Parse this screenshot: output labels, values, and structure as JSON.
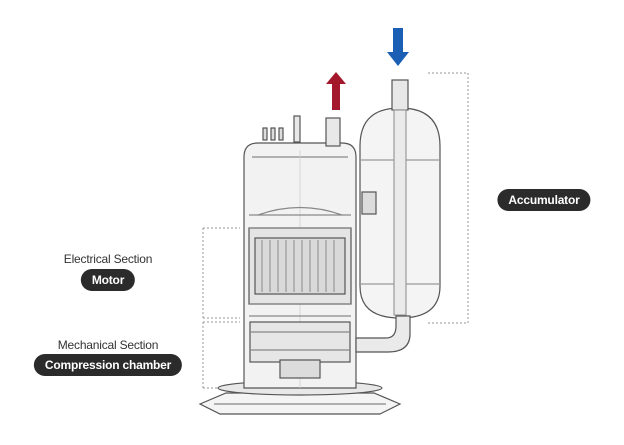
{
  "labels": {
    "electrical": {
      "caption": "Electrical Section",
      "pill": "Motor"
    },
    "mechanical": {
      "caption": "Mechanical Section",
      "pill": "Compression chamber"
    },
    "accumulator": {
      "pill": "Accumulator"
    }
  },
  "arrows": {
    "outlet": {
      "icon": "arrow-up-icon",
      "color": "#a3182a"
    },
    "inlet": {
      "icon": "arrow-down-icon",
      "color": "#1a5fb4"
    }
  },
  "colors": {
    "pill_bg": "#2b2b2b",
    "line": "#555555",
    "shell_fill": "#f2f2f2"
  }
}
